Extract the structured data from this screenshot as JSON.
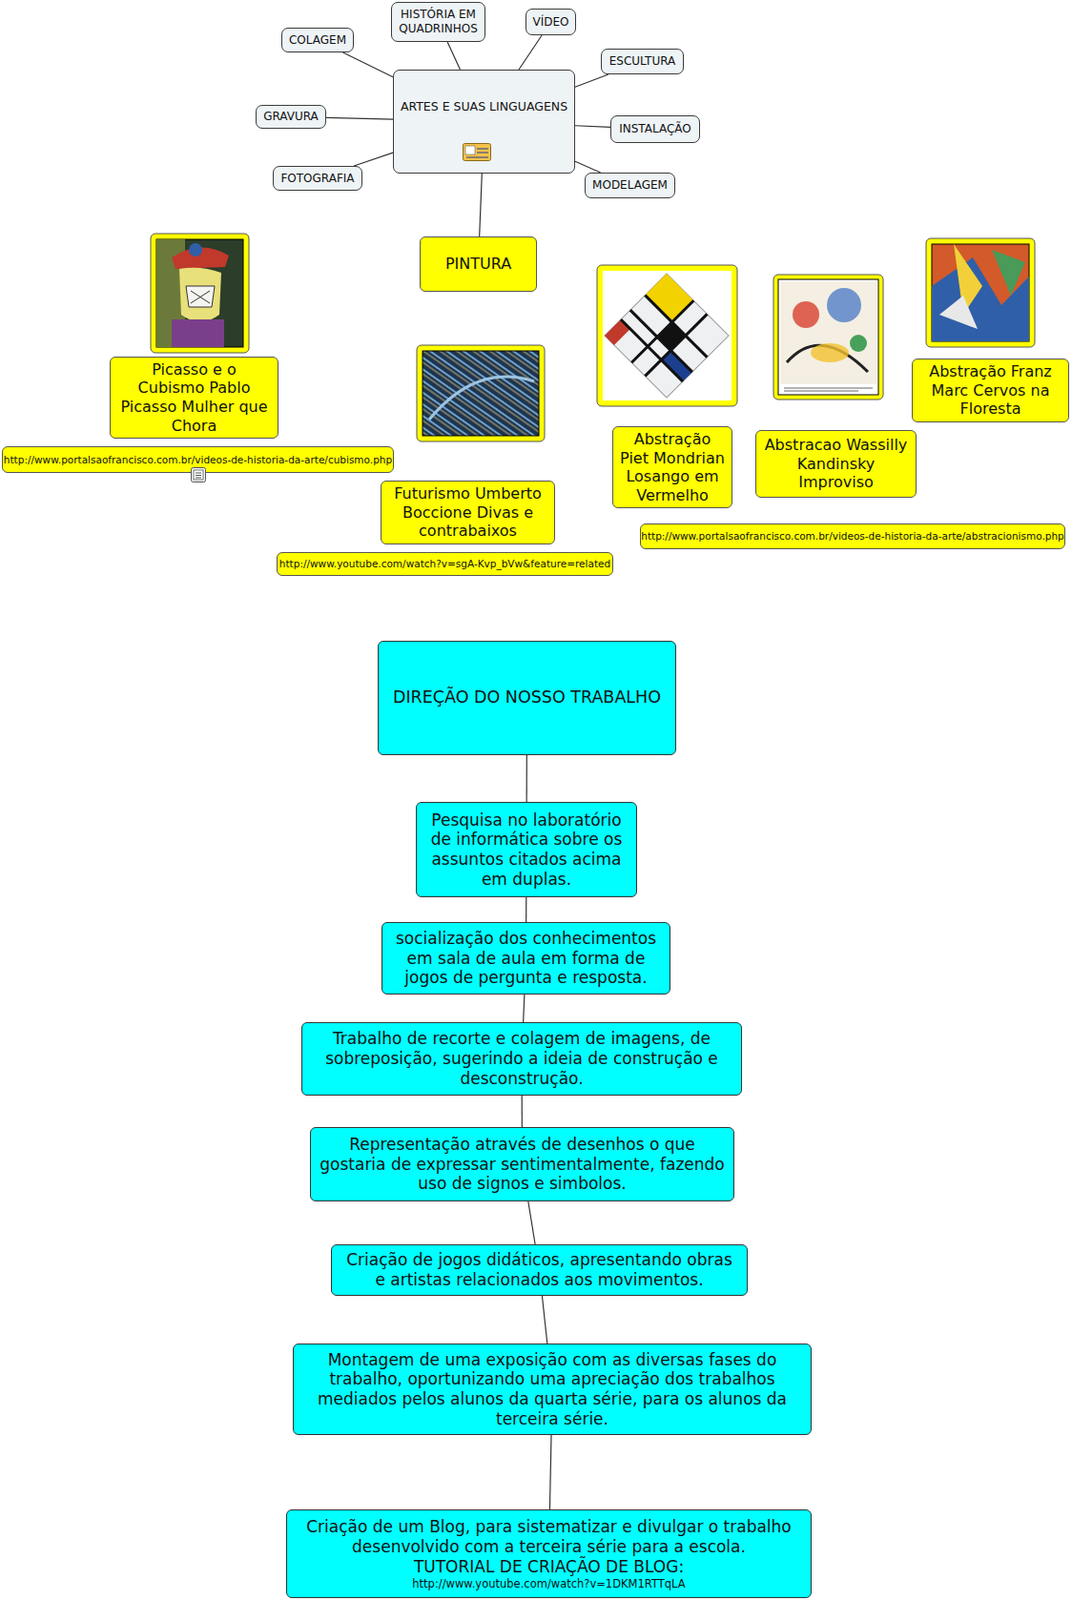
{
  "diagram": {
    "nodes": [
      {
        "text": [
          "ARTES E SUAS LINGUAGENS"
        ]
      },
      {
        "text": [
          "HISTÓRIA EM QUADRINHOS"
        ]
      },
      {
        "text": [
          "VÍDEO"
        ]
      },
      {
        "text": [
          "COLAGEM"
        ]
      },
      {
        "text": [
          "ESCULTURA"
        ]
      },
      {
        "text": [
          "GRAVURA"
        ]
      },
      {
        "text": [
          "INSTALAÇÃO"
        ]
      },
      {
        "text": [
          "FOTOGRAFIA"
        ]
      },
      {
        "text": [
          "MODELAGEM"
        ]
      },
      {
        "text": [
          "PINTURA"
        ]
      },
      {
        "text": [
          "Picasso e o Cubismo Pablo Picasso Mulher que Chora"
        ]
      },
      {
        "text": [
          "http://www.portalsaofrancisco.com.br/videos-de-historia-da-arte/cubismo.php"
        ]
      },
      {
        "text": [
          "Futurismo Umberto Boccione Divas e contrabaixos"
        ]
      },
      {
        "text": [
          "http://www.youtube.com/watch?v=sgA-Kvp_bVw&feature=related"
        ]
      },
      {
        "text": [
          "Abstração Piet Mondrian Losango em Vermelho"
        ]
      },
      {
        "text": [
          "Abstracao Wassilly Kandinsky Improviso"
        ]
      },
      {
        "text": [
          "Abstração Franz Marc Cervos na Floresta"
        ]
      },
      {
        "text": [
          "http://www.portalsaofrancisco.com.br/videos-de-historia-da-arte/abstracionismo.php"
        ]
      },
      {
        "text": [
          "DIREÇÃO DO NOSSO TRABALHO"
        ]
      },
      {
        "text": [
          "Pesquisa no laboratório de informática sobre os assuntos citados acima em duplas."
        ]
      },
      {
        "text": [
          "socialização dos conhecimentos em sala de aula em forma de jogos de pergunta e resposta."
        ]
      },
      {
        "text": [
          "Trabalho de recorte e colagem de imagens, de sobreposição, sugerindo a ideia de construção e desconstrução."
        ]
      },
      {
        "text": [
          "Representação através de desenhos o que gostaria de expressar sentimentalmente, fazendo uso de signos e simbolos."
        ]
      },
      {
        "text": [
          "Criação de jogos didáticos, apresentando obras e artistas relacionados aos movimentos."
        ]
      },
      {
        "text": [
          "Montagem de uma exposição com as diversas fases do trabalho, oportunizando uma apreciação dos trabalhos mediados pelos alunos da quarta série, para os alunos da terceira série."
        ]
      },
      {
        "text": [
          "Criação de um Blog, para sistematizar e divulgar o trabalho desenvolvido com a terceira série para a escola.",
          "TUTORIAL DE CRIAÇÃO DE BLOG:",
          "http://www.youtube.com/watch?v=1DKM1RTTqLA"
        ]
      }
    ],
    "edges": [
      {
        "from": 0,
        "to": 1,
        "arrow": "none"
      },
      {
        "from": 0,
        "to": 2,
        "arrow": "none"
      },
      {
        "from": 0,
        "to": 3,
        "arrow": "none"
      },
      {
        "from": 0,
        "to": 4,
        "arrow": "none"
      },
      {
        "from": 0,
        "to": 5,
        "arrow": "none"
      },
      {
        "from": 0,
        "to": 6,
        "arrow": "none"
      },
      {
        "from": 0,
        "to": 7,
        "arrow": "none"
      },
      {
        "from": 0,
        "to": 8,
        "arrow": "none"
      },
      {
        "from": 0,
        "to": 9,
        "arrow": "none"
      },
      {
        "from": 18,
        "to": 19,
        "arrow": "none"
      },
      {
        "from": 19,
        "to": 20,
        "arrow": "none"
      },
      {
        "from": 20,
        "to": 21,
        "arrow": "none"
      },
      {
        "from": 21,
        "to": 22,
        "arrow": "none"
      },
      {
        "from": 22,
        "to": 23,
        "arrow": "none"
      },
      {
        "from": 23,
        "to": 24,
        "arrow": "none"
      },
      {
        "from": 24,
        "to": 25,
        "arrow": "none"
      }
    ]
  }
}
